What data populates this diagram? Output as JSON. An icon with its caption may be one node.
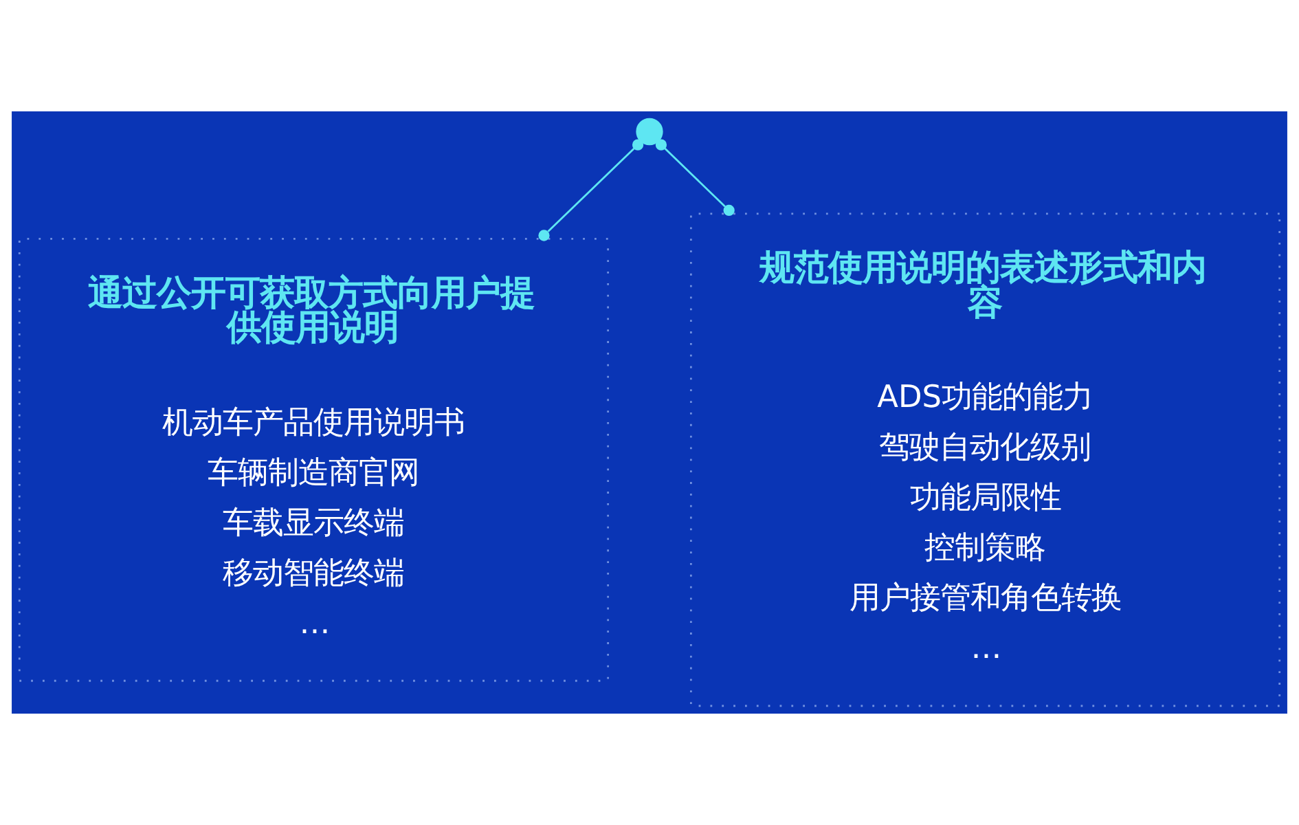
{
  "diagram": {
    "nodes": [
      {
        "text": [],
        "shape": "circle"
      },
      {
        "text": [
          "通过公开可获取方式向用户提供使用说明",
          "机动车产品使用说明书",
          "车辆制造商官网",
          "车载显示终端",
          "移动智能终端",
          "…"
        ]
      },
      {
        "text": [
          "规范使用说明的表述形式和内容",
          "ADS功能的能力",
          "驾驶自动化级别",
          "功能局限性",
          "控制策略",
          "用户接管和角色转换",
          "…"
        ]
      }
    ],
    "edges": [
      {
        "from": 0,
        "to": 1,
        "arrow": "other"
      },
      {
        "from": 0,
        "to": 2,
        "arrow": "other"
      }
    ]
  }
}
